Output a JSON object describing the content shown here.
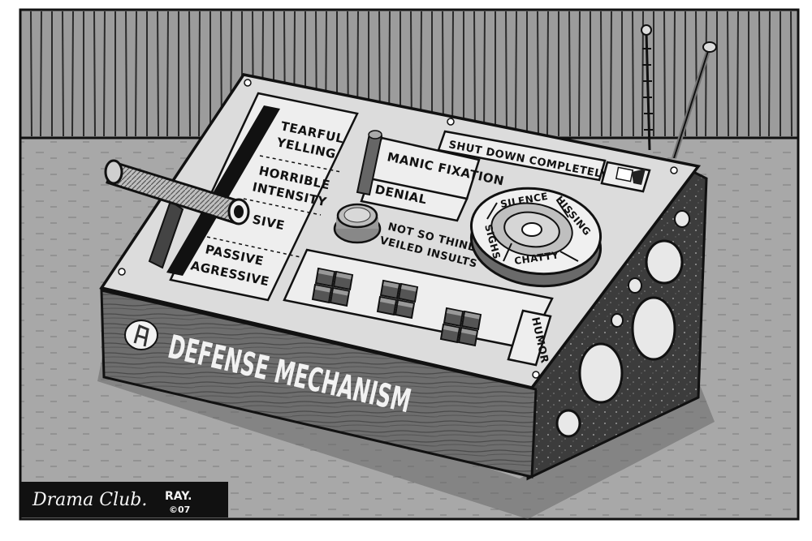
{
  "panel": {
    "lever_options": [
      "TEARFUL",
      "YELLING",
      "HORRIBLE",
      "INTENSITY",
      "SIVE",
      "PASSIVE",
      "AGRESSIVE"
    ],
    "switch_labels": [
      "MANIC FIXATION",
      "DENIAL"
    ],
    "knob_label": [
      "NOT SO THINLY",
      "VEILED INSULTS"
    ],
    "shutdown_label": "SHUT DOWN COMPLETELY",
    "dial_labels": [
      "SILENCE",
      "HISSING",
      "SIGHS",
      "CHATTY"
    ],
    "humor_label": "HUMOR",
    "brand_name": "DEFENSE MECHANISM"
  },
  "caption": {
    "title": "Drama Club.",
    "signature": "RAY.",
    "year": "©07"
  }
}
